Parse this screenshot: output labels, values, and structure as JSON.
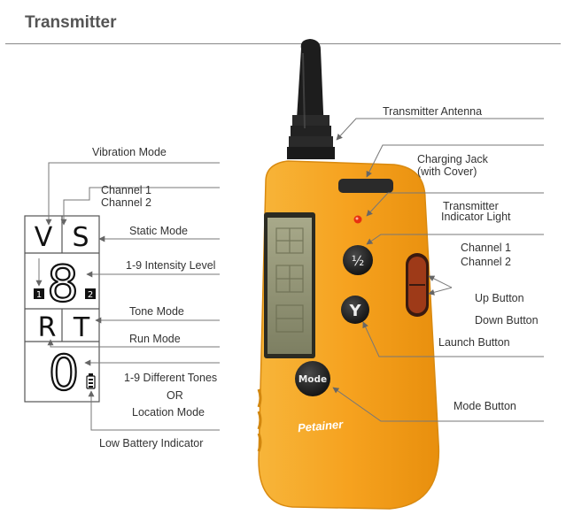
{
  "header": {
    "title": "Transmitter"
  },
  "display_legend": {
    "vibration_mode": "Vibration Mode",
    "channel_1": "Channel 1",
    "channel_2": "Channel 2",
    "static_mode": "Static Mode",
    "intensity_level": "1-9 Intensity Level",
    "tone_mode": "Tone Mode",
    "run_mode": "Run Mode",
    "different_tones": "1-9 Different Tones",
    "or": "OR",
    "location_mode": "Location Mode",
    "low_battery": "Low Battery Indicator"
  },
  "lcd": {
    "letter_v": "V",
    "letter_s": "S",
    "letter_r": "R",
    "letter_t": "T",
    "digit_top": "8",
    "digit_bottom": "0",
    "channel_badge_1": "1",
    "channel_badge_2": "2"
  },
  "device_callouts": {
    "antenna": "Transmitter Antenna",
    "charging_jack_1": "Charging Jack",
    "charging_jack_2": "(with Cover)",
    "indicator_light_1": "Transmitter",
    "indicator_light_2": "Indicator Light",
    "side_channel_1": "Channel 1",
    "side_channel_2": "Channel 2",
    "up_button": "Up Button",
    "down_button": "Down Button",
    "launch_button": "Launch Button",
    "mode_button": "Mode Button"
  },
  "device": {
    "button_half": "½",
    "button_launch": "Y",
    "button_mode": "Mode",
    "brand": "Petainer",
    "body_color": "#f5a623",
    "body_edge_color": "#d98a10",
    "antenna_color": "#1d1d1d"
  }
}
